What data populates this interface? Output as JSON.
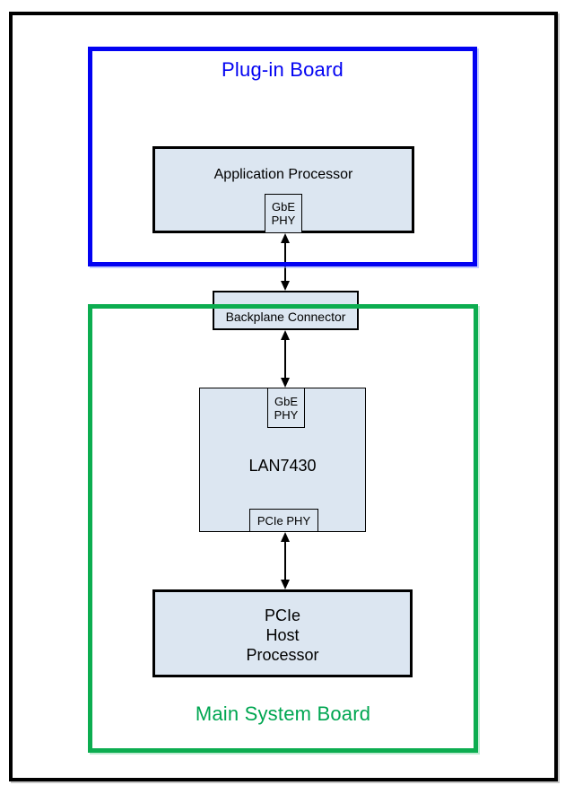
{
  "colors": {
    "plugin_board_blue": "#0202f2",
    "main_board_green": "#00a651",
    "node_fill": "#dce6f1",
    "node_border": "#000000",
    "arrow": "#000000"
  },
  "plugin_board": {
    "label": "Plug-in Board"
  },
  "main_system_board": {
    "label": "Main System Board"
  },
  "application_processor": {
    "label": "Application Processor",
    "gbe_phy": {
      "line1": "GbE",
      "line2": "PHY"
    }
  },
  "backplane_connector": {
    "label": "Backplane Connector"
  },
  "lan7430": {
    "label": "LAN7430",
    "gbe_phy": {
      "line1": "GbE",
      "line2": "PHY"
    },
    "pcie_phy": {
      "label": "PCIe PHY"
    }
  },
  "pcie_host_processor": {
    "line1": "PCIe",
    "line2": "Host",
    "line3": "Processor"
  }
}
